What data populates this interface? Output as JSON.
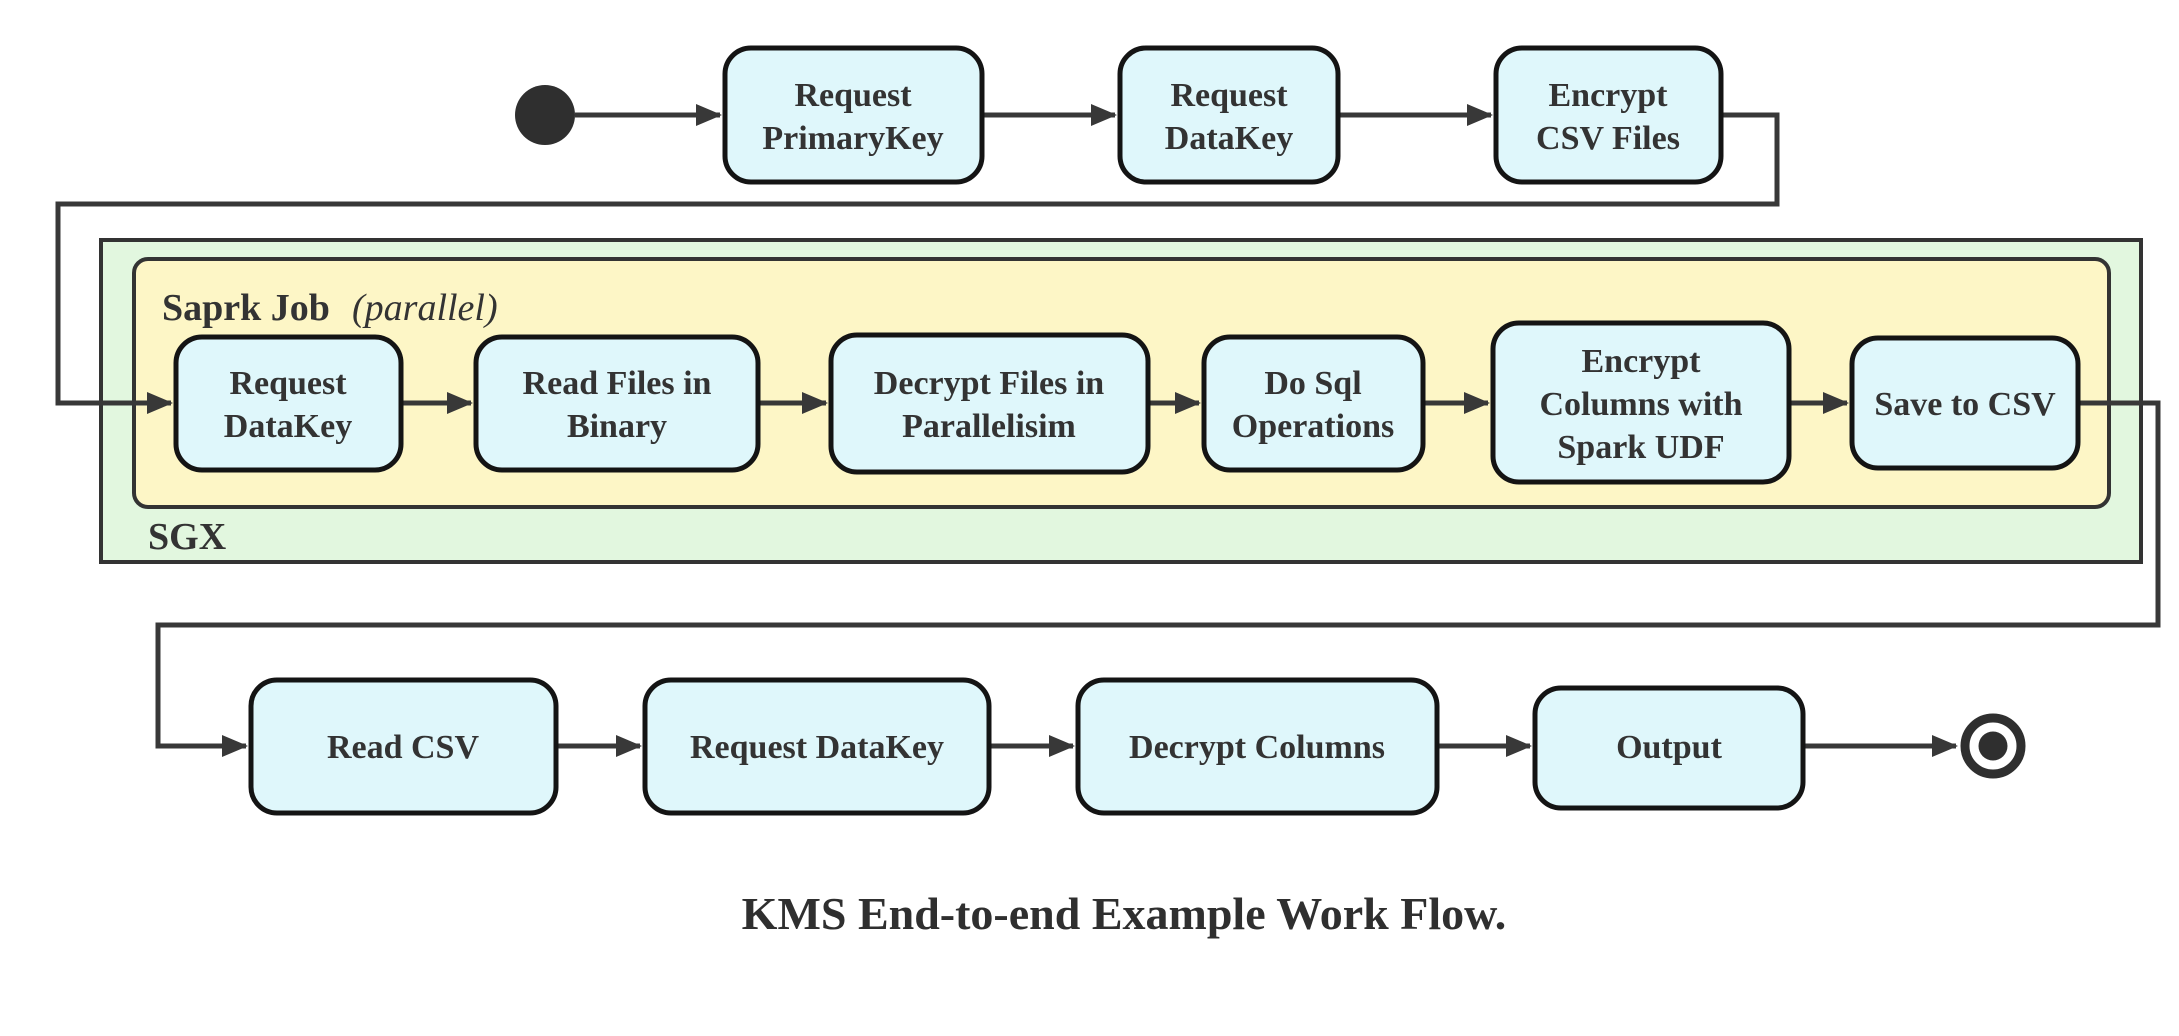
{
  "title": "KMS End-to-end Example Work Flow.",
  "containers": {
    "sgx": {
      "label": "SGX"
    },
    "spark": {
      "label": "Saprk Job",
      "label_suffix": "(parallel)"
    }
  },
  "top_row": [
    {
      "l1": "Request",
      "l2": "PrimaryKey"
    },
    {
      "l1": "Request",
      "l2": "DataKey"
    },
    {
      "l1": "Encrypt",
      "l2": "CSV Files"
    }
  ],
  "middle_row": [
    {
      "l1": "Request",
      "l2": "DataKey"
    },
    {
      "l1": "Read Files in",
      "l2": "Binary"
    },
    {
      "l1": "Decrypt Files in",
      "l2": "Parallelisim"
    },
    {
      "l1": "Do Sql",
      "l2": "Operations"
    },
    {
      "l1": "Encrypt",
      "l2": "Columns with",
      "l3": "Spark UDF"
    },
    {
      "l1": "Save to CSV"
    }
  ],
  "bottom_row": [
    {
      "l1": "Read CSV"
    },
    {
      "l1": "Request DataKey"
    },
    {
      "l1": "Decrypt Columns"
    },
    {
      "l1": "Output"
    }
  ],
  "colors": {
    "node_fill": "#dff7fb",
    "node_border": "#141414",
    "sgx_fill": "#e2f7df",
    "spark_fill": "#fdf6c6",
    "edge": "#383838",
    "text": "#333333",
    "terminal": "#2f2f2f"
  }
}
